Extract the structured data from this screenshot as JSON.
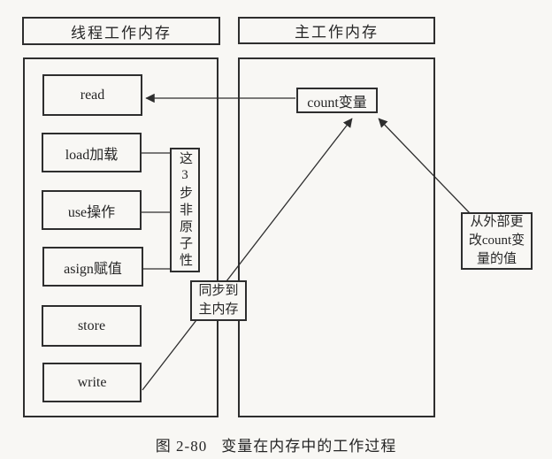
{
  "colors": {
    "paper": "#f8f7f4",
    "ink": "#262626"
  },
  "headers": {
    "thread": "线程工作内存",
    "main": "主工作内存"
  },
  "thread_steps": [
    {
      "label": "read"
    },
    {
      "label": "load加载"
    },
    {
      "label": "use操作"
    },
    {
      "label": "asign赋值"
    },
    {
      "label": "store"
    },
    {
      "label": "write"
    }
  ],
  "main_memory": {
    "variable_label": "count变量"
  },
  "annotations": {
    "atomic_note": "这3步非原子性",
    "sync_note_line1": "同步到",
    "sync_note_line2": "主内存",
    "external_note_line1": "从外部更",
    "external_note_line2": "改count变",
    "external_note_line3": "量的值"
  },
  "caption": {
    "figure_no": "图 2-80",
    "title": "变量在内存中的工作过程"
  }
}
